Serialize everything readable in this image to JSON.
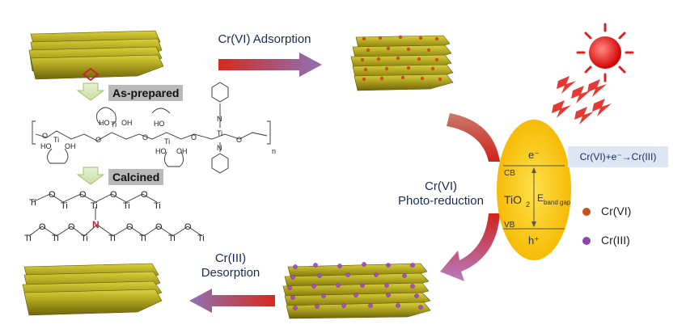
{
  "arrows": {
    "adsorption": "Cr(VI) Adsorption",
    "photo_reduction_line1": "Cr(VI)",
    "photo_reduction_line2": "Photo-reduction",
    "desorption_line1": "Cr(III)",
    "desorption_line2": "Desorption"
  },
  "steps": {
    "as_prepared": "As-prepared",
    "calcined": "Calcined"
  },
  "band": {
    "cb": "CB",
    "vb": "VB",
    "electron": "e⁻",
    "hole": "h⁺",
    "material": "TiO",
    "material_sub": "2",
    "gap_label": "E",
    "gap_sub": "band gap"
  },
  "equation": "Cr(VI)+e⁻→Cr(III)",
  "legend": [
    {
      "label": "Cr(VI)",
      "color": "#c8501e"
    },
    {
      "label": "Cr(III)",
      "color": "#8e44ad"
    }
  ],
  "structure_labels": {
    "ti": "Ti",
    "o": "O",
    "oh": "OH",
    "ho": "HO",
    "n": "N",
    "subscript_n": "n"
  }
}
